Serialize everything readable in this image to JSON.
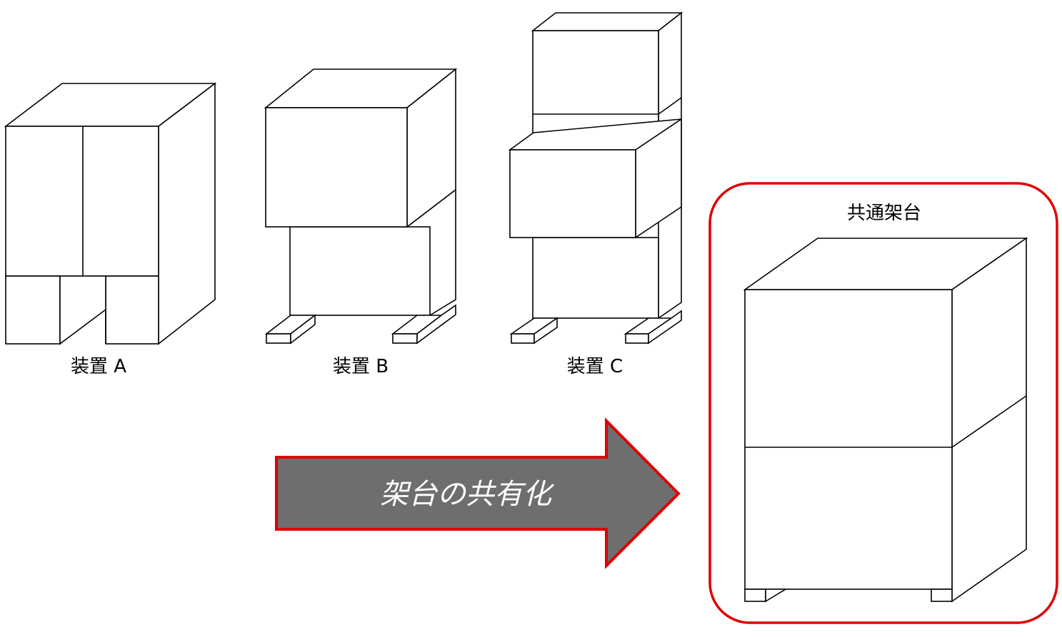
{
  "diagram": {
    "device_a_label": "装置 A",
    "device_b_label": "装置 B",
    "device_c_label": "装置 C",
    "common_rack_label": "共通架台",
    "arrow_label": "架台の共有化"
  },
  "colors": {
    "highlight_border": "#e00000",
    "arrow_fill": "#6e6e6e",
    "line": "#000000",
    "text_on_arrow": "#ffffff"
  }
}
